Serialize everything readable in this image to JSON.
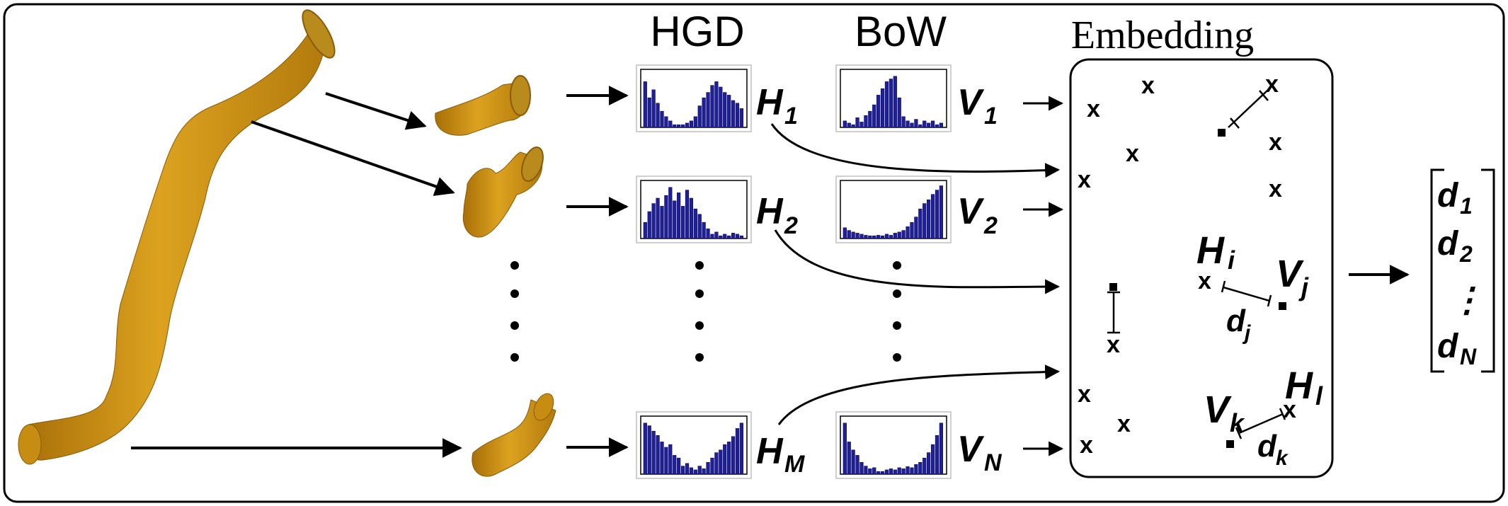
{
  "headers": {
    "hgd": "HGD",
    "bow": "BoW",
    "embedding": "Embedding"
  },
  "tube_color": "#d79a17",
  "histogram_bar_color": "#1f1f99",
  "h_labels": [
    {
      "main": "H",
      "sub": "1"
    },
    {
      "main": "H",
      "sub": "2"
    },
    {
      "main": "H",
      "sub": "M"
    }
  ],
  "v_labels": [
    {
      "main": "V",
      "sub": "1"
    },
    {
      "main": "V",
      "sub": "2"
    },
    {
      "main": "V",
      "sub": "N"
    }
  ],
  "embedding_labels": {
    "hi": {
      "main": "H",
      "sub": "i"
    },
    "vj": {
      "main": "V",
      "sub": "j"
    },
    "dj": {
      "main": "d",
      "sub": "j"
    },
    "vk": {
      "main": "V",
      "sub": "k"
    },
    "hl": {
      "main": "H",
      "sub": "l"
    },
    "dk": {
      "main": "d",
      "sub": "k"
    }
  },
  "marker_x": "x",
  "output_vector": [
    {
      "main": "d",
      "sub": "1"
    },
    {
      "main": "d",
      "sub": "2"
    },
    {
      "main": "d",
      "sub": "N"
    }
  ],
  "vertical_ellipsis": "⋮",
  "histograms": {
    "hgd": [
      [
        0.85,
        0.55,
        0.7,
        0.45,
        0.3,
        0.2,
        0.12,
        0.05,
        0.05,
        0.05,
        0.08,
        0.12,
        0.2,
        0.4,
        0.55,
        0.65,
        0.78,
        0.85,
        0.75,
        0.65,
        0.6,
        0.5,
        0.45,
        0.35
      ],
      [
        0.3,
        0.5,
        0.65,
        0.75,
        0.6,
        0.8,
        0.95,
        0.7,
        0.85,
        0.6,
        0.9,
        0.75,
        0.55,
        0.45,
        0.3,
        0.18,
        0.08,
        0.12,
        0.05,
        0.08,
        0.05,
        0.1,
        0.08,
        0.05
      ],
      [
        0.95,
        0.9,
        0.8,
        0.72,
        0.6,
        0.5,
        0.55,
        0.35,
        0.3,
        0.15,
        0.2,
        0.12,
        0.08,
        0.15,
        0.1,
        0.22,
        0.3,
        0.4,
        0.45,
        0.55,
        0.6,
        0.7,
        0.85,
        0.95
      ]
    ],
    "bow": [
      [
        0.12,
        0.08,
        0.05,
        0.18,
        0.1,
        0.22,
        0.3,
        0.42,
        0.6,
        0.72,
        0.85,
        0.9,
        0.95,
        0.55,
        0.2,
        0.12,
        0.08,
        0.15,
        0.05,
        0.12,
        0.08,
        0.12,
        0.05,
        0.08
      ],
      [
        0.2,
        0.15,
        0.12,
        0.1,
        0.08,
        0.06,
        0.05,
        0.05,
        0.06,
        0.05,
        0.08,
        0.06,
        0.1,
        0.12,
        0.15,
        0.22,
        0.3,
        0.4,
        0.55,
        0.65,
        0.72,
        0.82,
        0.9,
        0.98
      ],
      [
        0.95,
        0.6,
        0.45,
        0.35,
        0.22,
        0.15,
        0.1,
        0.12,
        0.05,
        0.05,
        0.08,
        0.1,
        0.08,
        0.12,
        0.1,
        0.14,
        0.12,
        0.18,
        0.22,
        0.3,
        0.4,
        0.55,
        0.72,
        0.95
      ]
    ]
  }
}
